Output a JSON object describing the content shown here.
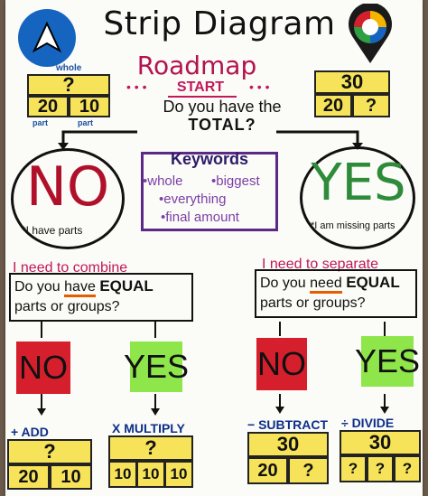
{
  "title": "Strip Diagram",
  "roadmap": "Roadmap",
  "start": "START",
  "dots_left": "• • •",
  "dots_right": "• • •",
  "question_line1": "Do you have the",
  "question_line2": "TOTAL?",
  "left_diagram": {
    "label": "whole",
    "top": "?",
    "parts": [
      "20",
      "10"
    ],
    "part_label": "part"
  },
  "right_diagram": {
    "top": "30",
    "parts": [
      "20",
      "?"
    ]
  },
  "no_circle": {
    "word": "NO",
    "note": "*I have parts"
  },
  "yes_circle": {
    "word": "YES",
    "note": "*I am missing parts"
  },
  "keywords": {
    "title": "Keywords",
    "items": [
      "•whole",
      "•biggest",
      "•everything",
      "•final amount"
    ]
  },
  "left_need": "I need to combine",
  "right_need": "I need to separate",
  "left_question": {
    "pre": "Do you",
    "verb": "have",
    "emph": "EQUAL",
    "rest": "parts or groups?"
  },
  "right_question": {
    "pre": "Do you",
    "verb": "need",
    "emph": "EQUAL",
    "rest": "parts or groups?"
  },
  "stickies": {
    "no": "NO",
    "yes": "YES"
  },
  "ops": {
    "add": {
      "label": "+ ADD",
      "top": "?",
      "parts": [
        "20",
        "10"
      ]
    },
    "multiply": {
      "label": "X MULTIPLY",
      "top": "?",
      "parts": [
        "10",
        "10",
        "10"
      ]
    },
    "subtract": {
      "label": "− SUBTRACT",
      "top": "30",
      "parts": [
        "20",
        "?"
      ]
    },
    "divide": {
      "label": "÷ DIVIDE",
      "top": "30",
      "parts": [
        "?",
        "?",
        "?"
      ]
    }
  },
  "colors": {
    "sticky_red": "#d61f2c",
    "sticky_green": "#8ee64b",
    "strip_yellow": "#f6e35a",
    "pink": "#c2185b",
    "purple": "#5b2a86"
  }
}
